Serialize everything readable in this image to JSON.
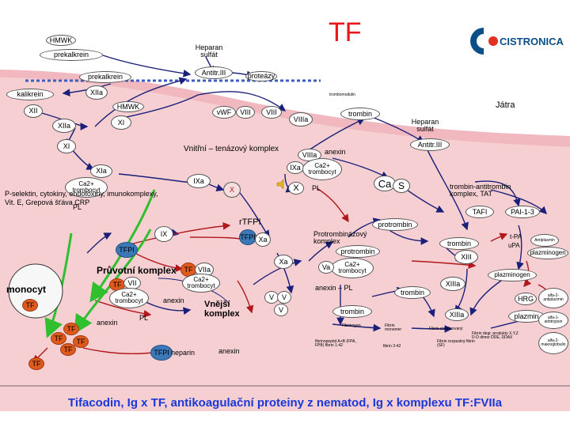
{
  "title": "TF",
  "logo": {
    "text": "CISTRONICA",
    "color": "#0a4f88"
  },
  "caption": "Tifacodin, Ig x TF, antikoagulační proteiny z nematod, Ig x komplexu TF:FVIIa",
  "colors": {
    "vessel_wall": "#f6cfd2",
    "tf_nodes": "#e05a1e",
    "tfpi_nodes": "#3b78b8",
    "pathway_arrows": "#1a1f7a",
    "inhibition_arrows": "#b0181c",
    "feedback_arrows": "#2fbf2f",
    "title": "#e8151b",
    "caption": "#1a38d8",
    "membrane_line": "#3b5fbf"
  },
  "icons": [
    "speaker-icon",
    "cistronica-logo-icon"
  ],
  "labels": {
    "hmwk_top": "HMWK",
    "prekalkrein_top": "prekalkrein",
    "heparan_sulfat_top": "Heparan sulfát",
    "antitr_iii_top": "Antitr.III",
    "proteazy": "proteázy",
    "prekalkrein_mid": "prekalkrein",
    "kalikrein": "kalikrein",
    "xiia_top": "XIIa",
    "trombomodulin": "trombomodulin",
    "xii": "XII",
    "hmwk_mid": "HMWK",
    "xiia_left": "XIIa",
    "xi_upper": "XI",
    "vwf": "vWF",
    "viii_a": "VIII",
    "viii_b": "VIII",
    "viiia": "VIIIa",
    "trombin_top": "trombin",
    "jatra": "Játra",
    "heparan_sulfat_right": "Heparan sulfát",
    "antitr_iii_right": "Antitr.III",
    "xi": "XI",
    "vnitrni_tenazovy_komplex": "Vnitřní – tenázový komplex",
    "viiia_complex": "VIIIa",
    "anexin_top": "anexin",
    "ixa_complex": "IXa",
    "ca2_trombocyt_complex": "Ca2+ trombocyt",
    "ca_right": "Ca",
    "s_right": "S",
    "x_complex": "X",
    "pl_complex": "PL",
    "trombin_antitrombin": "trombin-antitrombin komplex, TAT",
    "xia": "XIa",
    "ca2_trombocyt_left": "Ca2+ trombocyt",
    "ixa_left": "IXa",
    "x_left": "X",
    "pl_left": "PL",
    "p_selektin": "P-selektin, cytokiny, endotoxiny, imunokomplexy, Vit. E, Grepová šťáva CRP",
    "rtfpi": "rTFPI",
    "tfpi_right": "TFPI",
    "xa_right": "Xa",
    "ix_mid": "IX",
    "tafi": "TAFI",
    "pai": "PAI-1-3",
    "protrombin_top": "protrombin",
    "protrombinazovy_komplex": "Protrombinázový komplex",
    "trombin_mid": "trombin",
    "tpa": "t-PA",
    "upa": "uPA",
    "anti_plasmin": "Antiplasmin",
    "plazminogen_right": "plazminogen",
    "tfpi_left": "TFPI",
    "protrombin_mid": "protrombin",
    "xa_complex": "Xa",
    "ca2_trombocyt_prot": "Ca2+ trombocyt",
    "va": "Va",
    "xiii": "XIII",
    "monocyt": "monocyt",
    "tf_monocyte": "TF",
    "pruvotni_komplex": "Průvotní komplex",
    "tf_pruvotni": "TF",
    "viia_pruvotni": "VIIa",
    "ca2_trombocyt_pruv": "Ca2+ trombocyt",
    "tf_left_small": "TF",
    "vii_left": "VII",
    "ca2_trombocyt_bottom": "Ca2+ trombocyt",
    "anexin_mid": "anexin",
    "pl_bottom": "PL",
    "anexin_left": "anexin",
    "v_one": "V",
    "v_two": "V",
    "v_three": "V",
    "vnejsi_komplex": "Vnější komplex",
    "anexin_pl": "anexin – PL",
    "plazminogen_mid": "plazminogen",
    "xiiia": "XIIIa",
    "trombin_low": "trombin",
    "trombin_bottom": "trombin",
    "xiiia_low": "XIIIa",
    "hrg": "HRG",
    "plazmin": "plazmin",
    "alfa2_antiplazmin": "alfa-2-antiplazmin",
    "alfa1_antitrypsin": "alfa-1-antitrypsin",
    "alfa2_makroglobulin": "alfa-2-makroglobulin",
    "fibrinogen_label": "Fibrinogen",
    "fibrin_monomer": "Fibrin monomer",
    "fibrin_stabilized": "Fibrin stabilizovaný",
    "fibrin_degradation": "Fibrin degr. produkty X,Y,Z D-D dimer DDE, DDAX",
    "fibrinopeptid": "fibrinopeptid A+B (FPA, FPB) fibrin 1-42",
    "fibrin_342": "fibrin 3-42",
    "fibrin_soluble": "Fibrin rozpustný fibrin (SF)",
    "tf_b1": "TF",
    "tf_b2": "TF",
    "tf_b3": "TF",
    "tf_b4": "TF",
    "tf_b5": "TF",
    "tfpi_bottom": "TFPI",
    "heparin": "heparin",
    "anexin_bottom": "anexin"
  }
}
